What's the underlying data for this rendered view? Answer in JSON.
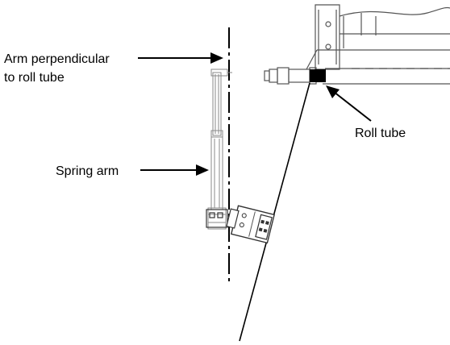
{
  "labels": {
    "arm_perpendicular_line1": "Arm perpendicular",
    "arm_perpendicular_line2": "to roll tube",
    "spring_arm": "Spring arm",
    "roll_tube": "Roll tube"
  },
  "colors": {
    "ink": "#000000",
    "line_gray": "#555555",
    "light_gray": "#9a9a9a",
    "background": "#ffffff"
  }
}
